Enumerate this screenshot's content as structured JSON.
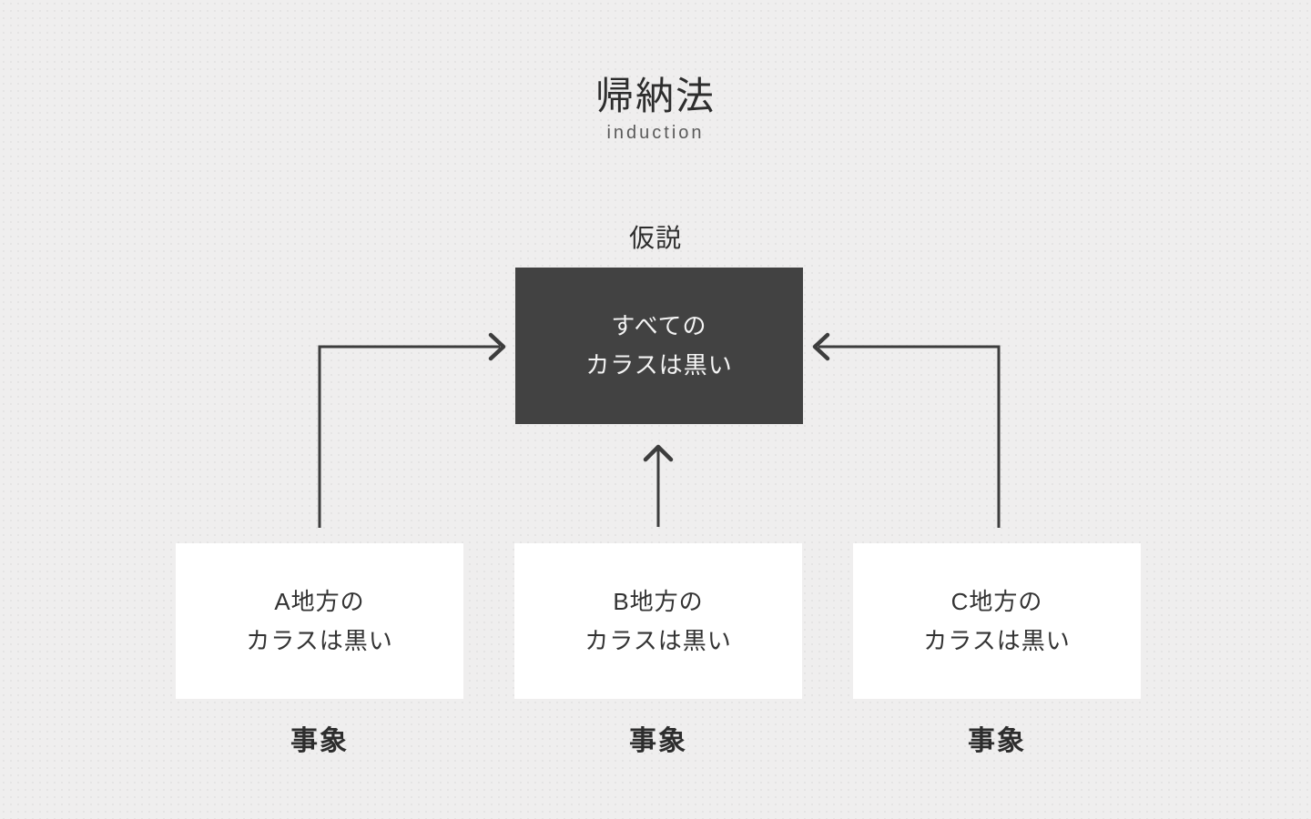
{
  "title": "帰納法",
  "subtitle": "induction",
  "hypothesis": {
    "label": "仮説",
    "line1": "すべての",
    "line2": "カラスは黒い"
  },
  "events": [
    {
      "line1": "A地方の",
      "line2": "カラスは黒い",
      "caption": "事象"
    },
    {
      "line1": "B地方の",
      "line2": "カラスは黒い",
      "caption": "事象"
    },
    {
      "line1": "C地方の",
      "line2": "カラスは黒い",
      "caption": "事象"
    }
  ],
  "colors": {
    "background": "#efeeee",
    "background_dot": "#e4e3e3",
    "hypothesis_box": "#424242",
    "hypothesis_text": "#f4f4f4",
    "event_box": "#ffffff",
    "event_text": "#333333",
    "heading_text": "#2d2d2d",
    "subtitle_text": "#5a5a5a",
    "arrow": "#3d3d3d"
  }
}
